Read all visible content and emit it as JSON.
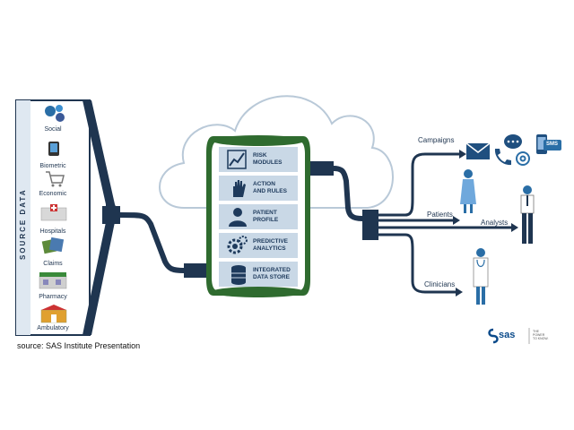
{
  "source_panel": {
    "title": "SOURCE DATA",
    "items": [
      {
        "label": "Social",
        "icon": "social-icons"
      },
      {
        "label": "Biometric",
        "icon": "wearable-device-icon"
      },
      {
        "label": "Economic",
        "icon": "shopping-cart-icon"
      },
      {
        "label": "Hospitals",
        "icon": "hospital-building-icon"
      },
      {
        "label": "Claims",
        "icon": "claims-documents-icon"
      },
      {
        "label": "Pharmacy",
        "icon": "pharmacy-building-icon"
      },
      {
        "label": "Ambulatory",
        "icon": "ambulatory-clinic-icon"
      }
    ]
  },
  "modules": [
    {
      "label": "RISK\nMODULES",
      "icon": "rising-chart-icon"
    },
    {
      "label": "ACTION\nAND RULES",
      "icon": "hand-icon"
    },
    {
      "label": "PATIENT\nPROFILE",
      "icon": "person-icon"
    },
    {
      "label": "PREDICTIVE\nANALYTICS",
      "icon": "gears-icon"
    },
    {
      "label": "INTEGRATED\nDATA STORE",
      "icon": "database-icon"
    }
  ],
  "outputs": {
    "campaigns": "Campaigns",
    "patients": "Patients",
    "analysts": "Analysts",
    "clinicians": "Clinicians",
    "channel_badge": "SMS"
  },
  "caption": "source: SAS Institute Presentation",
  "brand": {
    "name": "sas",
    "tagline": "THE\nPOWER\nTO KNOW."
  },
  "colors": {
    "navy": "#1f3550",
    "green": "#2f6b2f",
    "cloud_stroke": "#b9c9d8",
    "module_bg": "#c9d8e6"
  }
}
